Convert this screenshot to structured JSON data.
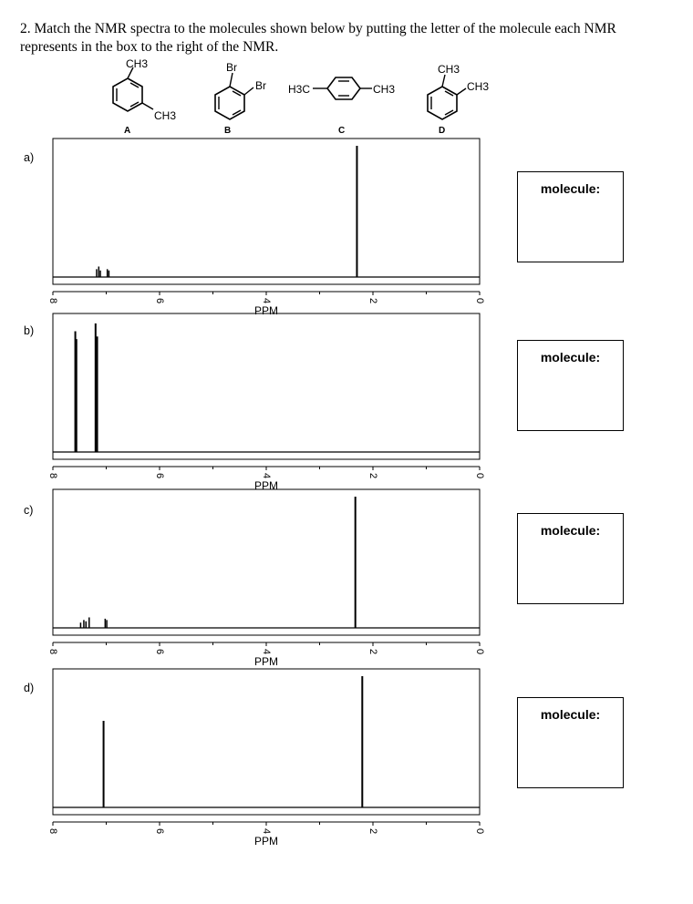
{
  "question": {
    "text": "2. Match the NMR spectra to the molecules shown below by putting the letter of the molecule each NMR represents in the box to the right of the NMR."
  },
  "molecules": [
    {
      "letter": "A",
      "substituents": [
        "CH3",
        "CH3"
      ]
    },
    {
      "letter": "B",
      "substituents": [
        "Br",
        "Br"
      ]
    },
    {
      "letter": "C",
      "substituents": [
        "H3C",
        "CH3"
      ]
    },
    {
      "letter": "D",
      "substituents": [
        "CH3",
        "CH3"
      ]
    }
  ],
  "spectra": [
    {
      "label": "a)",
      "box_label": "molecule:",
      "xlabel": "PPM",
      "ticks": [
        "8",
        "6",
        "4",
        "2",
        "0"
      ],
      "peaks": [
        {
          "ppm": 7.18,
          "height": 0.06
        },
        {
          "ppm": 7.14,
          "height": 0.08
        },
        {
          "ppm": 7.11,
          "height": 0.05
        },
        {
          "ppm": 6.98,
          "height": 0.06
        },
        {
          "ppm": 6.95,
          "height": 0.05
        },
        {
          "ppm": 2.3,
          "height": 1.0
        }
      ]
    },
    {
      "label": "b)",
      "box_label": "molecule:",
      "xlabel": "PPM",
      "ticks": [
        "8",
        "6",
        "4",
        "2",
        "0"
      ],
      "peaks": [
        {
          "ppm": 7.58,
          "height": 0.92
        },
        {
          "ppm": 7.56,
          "height": 0.86
        },
        {
          "ppm": 7.2,
          "height": 0.98
        },
        {
          "ppm": 7.17,
          "height": 0.88
        }
      ]
    },
    {
      "label": "c)",
      "box_label": "molecule:",
      "xlabel": "PPM",
      "ticks": [
        "8",
        "6",
        "4",
        "2",
        "0"
      ],
      "peaks": [
        {
          "ppm": 7.48,
          "height": 0.04
        },
        {
          "ppm": 7.42,
          "height": 0.06
        },
        {
          "ppm": 7.38,
          "height": 0.05
        },
        {
          "ppm": 7.32,
          "height": 0.08
        },
        {
          "ppm": 7.02,
          "height": 0.07
        },
        {
          "ppm": 6.99,
          "height": 0.06
        },
        {
          "ppm": 2.33,
          "height": 1.0
        }
      ]
    },
    {
      "label": "d)",
      "box_label": "molecule:",
      "xlabel": "PPM",
      "ticks": [
        "8",
        "6",
        "4",
        "2",
        "0"
      ],
      "peaks": [
        {
          "ppm": 7.05,
          "height": 0.66
        },
        {
          "ppm": 2.2,
          "height": 1.0
        }
      ]
    }
  ]
}
